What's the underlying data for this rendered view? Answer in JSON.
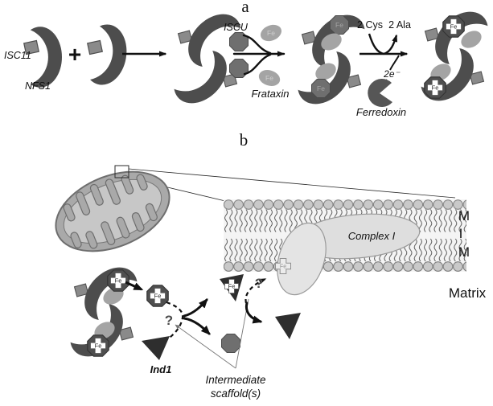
{
  "panel_a": {
    "label": "a",
    "proteins": {
      "isc11": "ISC11",
      "nfs1": "NFS1",
      "iscu": "ISCU",
      "frataxin": "Frataxin",
      "ferredoxin": "Ferredoxin"
    },
    "annotations": {
      "plus": "+",
      "two_cys": "2 Cys",
      "two_ala": "2 Ala",
      "electrons": "2e⁻",
      "fe": "Fe"
    }
  },
  "panel_b": {
    "label": "b",
    "complex_i": "Complex I",
    "membrane": {
      "top": "M",
      "middle": "I",
      "bottom": "M"
    },
    "matrix": "Matrix",
    "ind1": "Ind1",
    "intermediate_scaffold": {
      "line1": "Intermediate",
      "line2": "scaffold(s)"
    },
    "question": "?",
    "fe": "Fe"
  },
  "colors": {
    "protein_dark": "#4d4d4d",
    "tab_gray": "#8a8a8a",
    "octagon_gray": "#6f6f6f",
    "oval_gray": "#a4a4a4",
    "triangle_dark": "#2e2e2e",
    "membrane_head": "#c9c9c9",
    "complex_fill": "#dedede",
    "mito_outer": "#a9a9a9",
    "mito_inner": "#c7c7c7",
    "arrow": "#111111"
  }
}
